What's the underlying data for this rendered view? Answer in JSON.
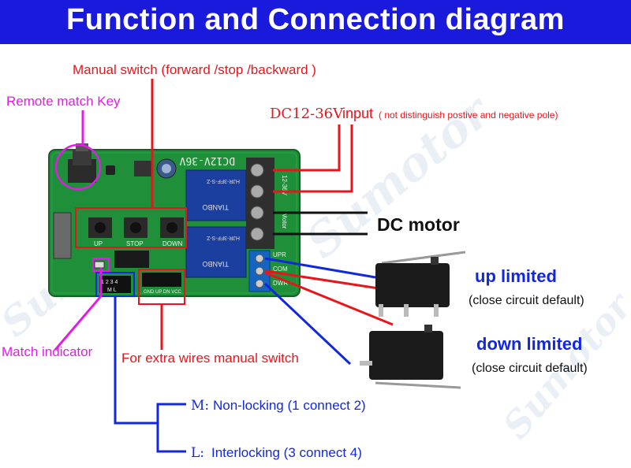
{
  "header": {
    "title": "Function and Connection diagram"
  },
  "labels": {
    "manual_switch": "Manual switch (forward /stop /backward )",
    "remote_match_key": "Remote match Key",
    "power_input_voltage": "DC12-36V",
    "power_input_word": "input",
    "power_input_note": "( not distinguish postive and negative pole)",
    "dc_motor": "DC motor",
    "up_limited": "up limited",
    "up_limited_note": "(close circuit default)",
    "down_limited": "down limited",
    "down_limited_note": "(close circuit default)",
    "match_indicator": "Match indicator",
    "extra_wires": "For extra wires manual switch",
    "mode_m_letter": "M:",
    "mode_m_text": "Non-locking  (1 connect 2)",
    "mode_l_letter": "L:",
    "mode_l_text": "Interlocking  (3 connect 4)"
  },
  "board": {
    "silk_voltage": "DC12V-36V",
    "button_up": "UP",
    "button_stop": "STOP",
    "button_down": "DOWN",
    "relay_brand": "TIANBO",
    "relay_model": "HJR-3FF-S-Z",
    "jumper_pins": "1 2 3 4",
    "jumper_letters": "M  L",
    "terminal_power": "12-36V",
    "terminal_motor": "Motor",
    "terminal_upr": "UPR",
    "terminal_com": "COM",
    "terminal_dwr": "DWR",
    "header_pins": "GND UP DN VCC"
  },
  "watermark": "Sumotor",
  "colors": {
    "banner": "#1a1adc",
    "pcb": "#1f8f3a",
    "annotation_red": "#e8151b",
    "annotation_magenta": "#e11ce6",
    "annotation_blue": "#1228e0"
  }
}
